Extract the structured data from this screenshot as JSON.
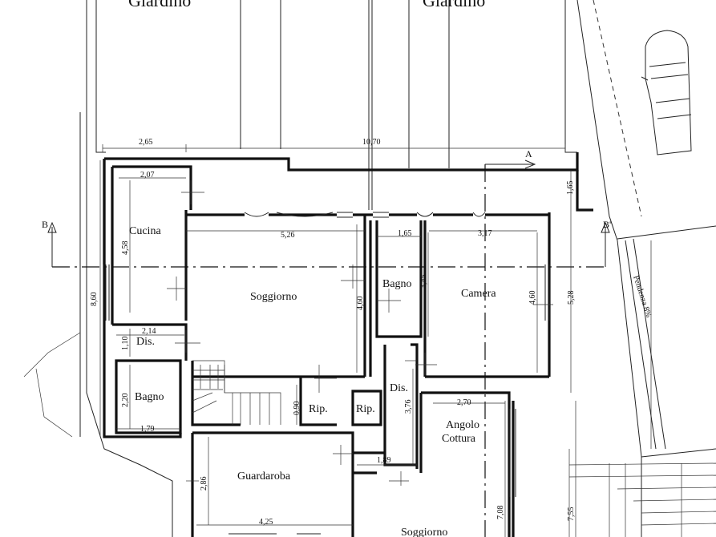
{
  "garden_labels": [
    "Giardino",
    "Giardino"
  ],
  "rooms": {
    "cucina": "Cucina",
    "soggiorno": "Soggiorno",
    "bagno_top": "Bagno",
    "camera": "Camera",
    "dis_left": "Dis.",
    "bagno_left": "Bagno",
    "rip_1": "Rip.",
    "rip_2": "Rip.",
    "dis_mid": "Dis.",
    "angolo_line1": "Angolo",
    "angolo_line2": "Cottura",
    "guardaroba": "Guardaroba",
    "soggiorno_bottom": "Soggiorno"
  },
  "dimensions": {
    "d265": "2,65",
    "d1070": "10,70",
    "d207": "2,07",
    "d526": "5,26",
    "d165a": "1,65",
    "d317": "3,17",
    "d165b": "1,65",
    "d458": "4,58",
    "d860": "8,60",
    "d460a": "4,60",
    "d345": "3,45",
    "d460b": "4,60",
    "d528": "5,28",
    "d214": "2,14",
    "d110": "1,10",
    "d220": "2,20",
    "d179": "1,79",
    "d090": "0,90",
    "d376": "3,76",
    "d270": "2,70",
    "d189": "1,89",
    "d286": "2,86",
    "d425": "4,25",
    "d708": "7,08",
    "d755": "7,55"
  },
  "section_marks": {
    "b": "B",
    "b_prime": "B'",
    "a": "A"
  },
  "slope_label": "Pendenza 8%"
}
